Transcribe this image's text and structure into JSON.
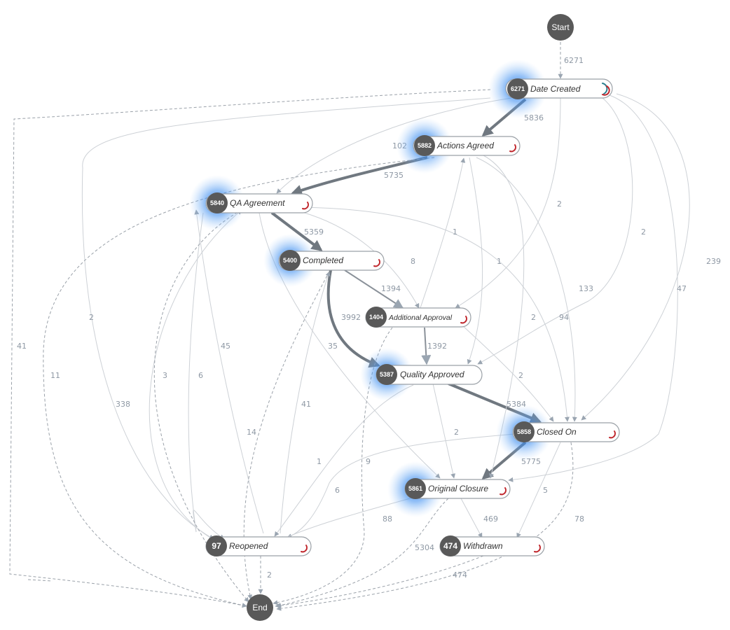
{
  "diagram": {
    "start_label": "Start",
    "end_label": "End",
    "nodes": {
      "date_created": {
        "count": "6271",
        "label": "Date Created"
      },
      "actions_agreed": {
        "count": "5882",
        "label": "Actions Agreed"
      },
      "qa_agreement": {
        "count": "5840",
        "label": "QA Agreement"
      },
      "completed": {
        "count": "5400",
        "label": "Completed"
      },
      "additional_approval": {
        "count": "1404",
        "label": "Additional Approval"
      },
      "quality_approved": {
        "count": "5387",
        "label": "Quality Approved"
      },
      "closed_on": {
        "count": "5858",
        "label": "Closed On"
      },
      "original_closure": {
        "count": "5861",
        "label": "Original Closure"
      },
      "reopened": {
        "count": "97",
        "label": "Reopened"
      },
      "withdrawn": {
        "count": "474",
        "label": "Withdrawn"
      }
    },
    "edge_labels": {
      "start_date": "6271",
      "date_actions": "5836",
      "date_qa": "102",
      "actions_qa": "5735",
      "qa_completed": "5359",
      "actions_closed": "2",
      "date_original": "2",
      "date_closed": "239",
      "date_withdrawn": "47",
      "qa_additional": "8",
      "additional_actions": "1",
      "actions_quality": "1",
      "completed_additional": "1394",
      "actions_original_133": "133",
      "completed_quality": "3992",
      "additional_quality": "1392",
      "qa_closed": "94",
      "actions_original_2": "2",
      "additional_closed": "2",
      "quality_closed": "5384",
      "quality_original": "2",
      "closed_original": "5775",
      "closed_withdrawn": "5",
      "closed_end": "78",
      "original_withdrawn": "469",
      "original_reopened": "88",
      "original_end": "5304",
      "withdrawn_end": "474",
      "reopened_end": "2",
      "date_end": "41",
      "actions_end": "11",
      "date_reopened": "2",
      "qa_end": "338",
      "reopened_qa_3": "3",
      "reopened_qa_6": "6",
      "qa_reopened": "45",
      "qa_original": "35",
      "completed_end": "14",
      "reopened_completed": "41",
      "quality_reopened": "1",
      "closed_reopened": "6",
      "additional_end": "9"
    },
    "colors": {
      "node_circle": "#595959",
      "halo": "#3d8ef0",
      "main_edge": "#707880",
      "thin_edge": "#cdd1d6",
      "dashed_edge": "#9aa1a9",
      "edge_label": "#8e98a4",
      "arc_red": "#c0272d",
      "arc_teal": "#2a7f8f"
    }
  }
}
